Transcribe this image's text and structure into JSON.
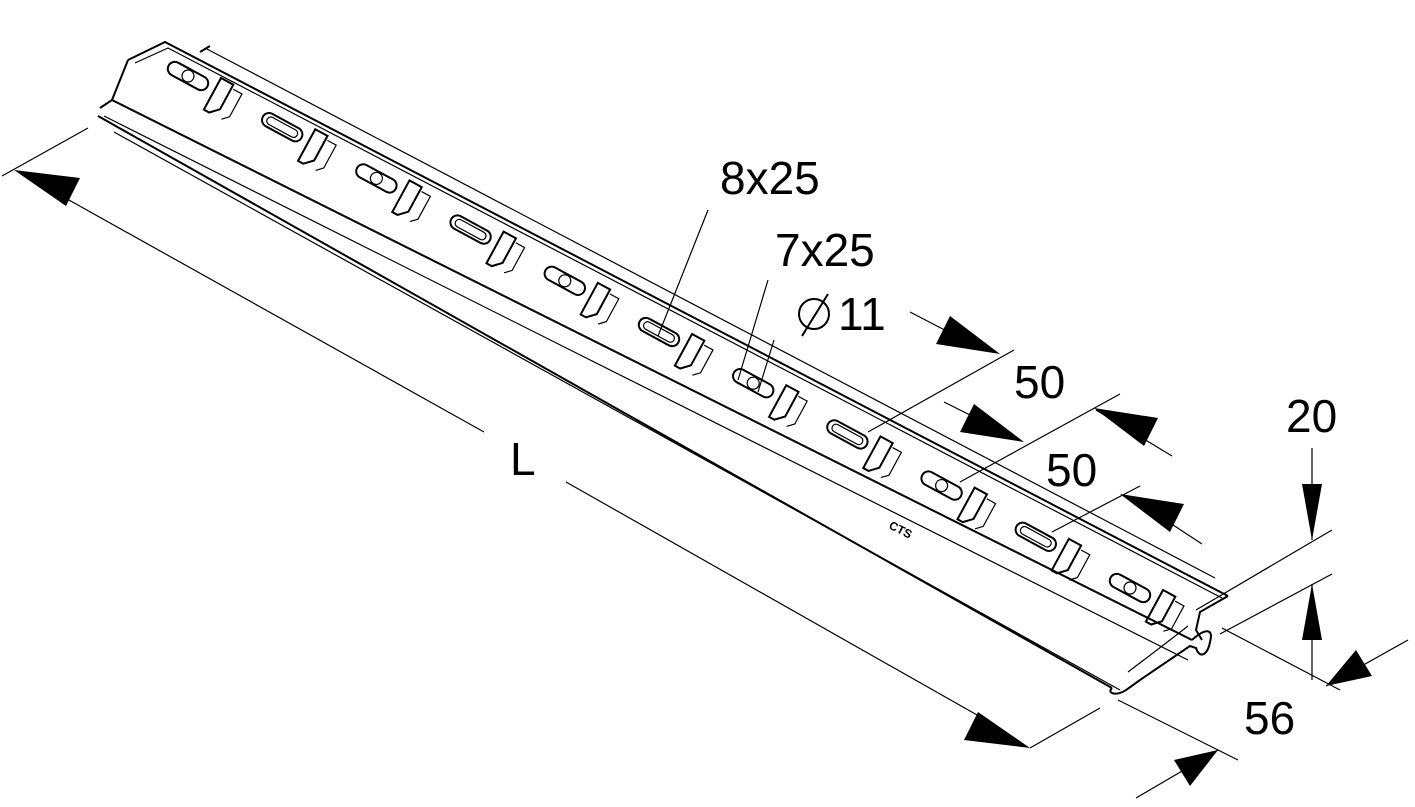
{
  "drawing": {
    "length_label": "L",
    "slot_8x25": "8x25",
    "slot_7x25": "7x25",
    "hole_diameter_symbol": "∅",
    "hole_diameter_value": "11",
    "pitch_1": "50",
    "pitch_2": "50",
    "height": "20",
    "width": "56",
    "stamp": "CTS"
  }
}
